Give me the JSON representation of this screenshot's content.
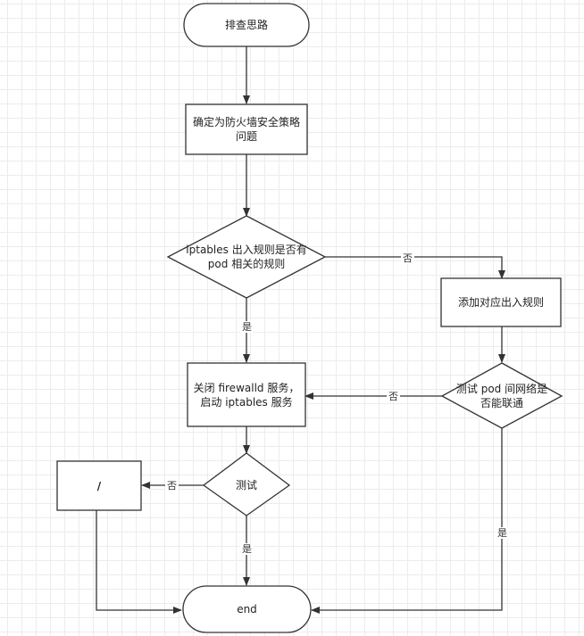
{
  "nodes": {
    "start": "排查思路",
    "determine": "确定为防火墙安全策略问题",
    "iptables_check": "iptables 出入规则是否有 pod 相关的规则",
    "add_rules": "添加对应出入规则",
    "close_firewalld": "关闭 firewalld 服务，启动 iptables 服务",
    "test_pod": "测试 pod 间网络是否能联通",
    "test": "测试",
    "slash": "/",
    "end": "end"
  },
  "edges": {
    "no_1": "否",
    "yes_1": "是",
    "no_2": "否",
    "yes_2": "是",
    "no_3": "否",
    "yes_3": "是"
  },
  "colors": {
    "stroke": "#333333",
    "fill": "#ffffff",
    "grid": "#ececec"
  }
}
